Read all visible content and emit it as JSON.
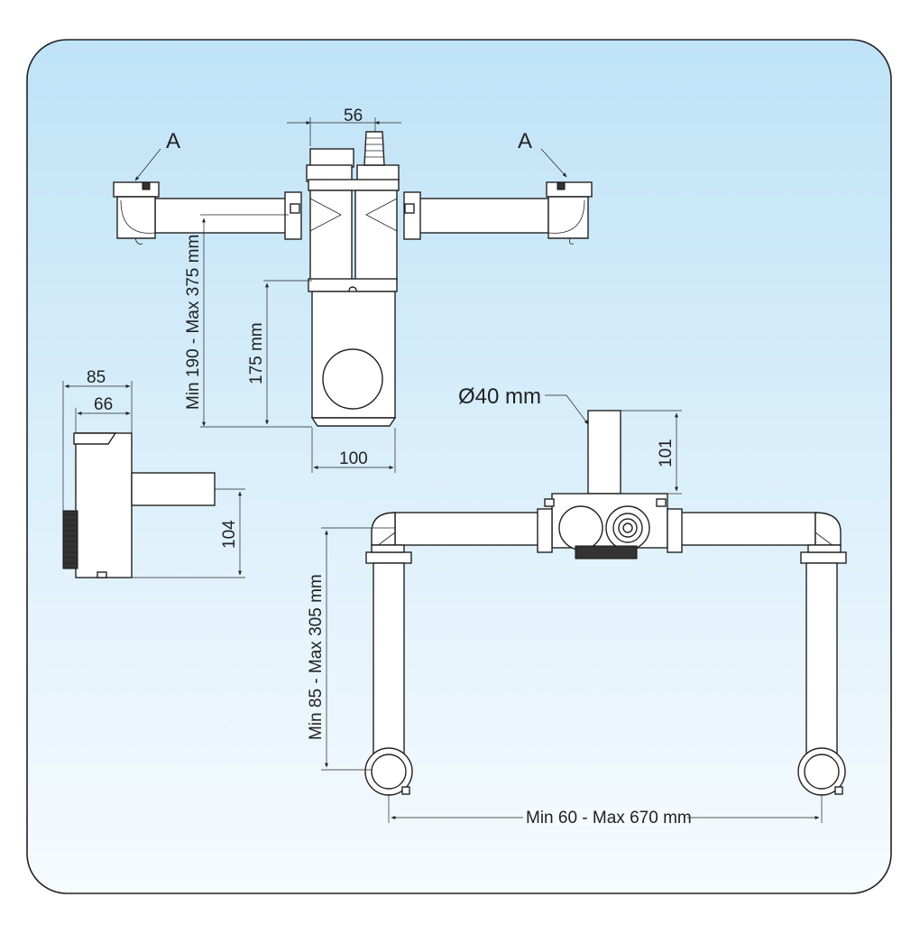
{
  "colors": {
    "panel_top": "#bfe3f7",
    "panel_bottom": "#f6fbfe",
    "line": "#222222"
  },
  "labels": {
    "a_left": "A",
    "a_right": "A",
    "dim_56": "56",
    "dim_min190_max375": "Min 190 - Max 375 mm",
    "dim_175": "175 mm",
    "dim_100": "100",
    "dim_85": "85",
    "dim_66": "66",
    "dim_104": "104",
    "dim_diameter": "Ø40 mm",
    "dim_101": "101",
    "dim_min85_max305": "Min 85 - Max 305 mm",
    "dim_min60_max670": "Min 60 - Max 670 mm"
  }
}
